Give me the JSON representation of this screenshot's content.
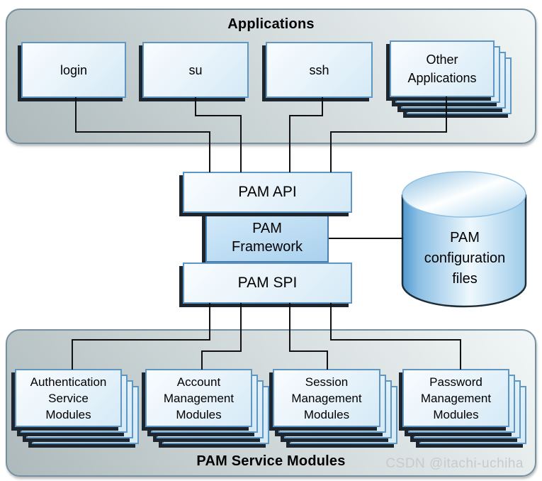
{
  "watermark": "CSDN @itachi-uchiha",
  "colors": {
    "box-border": "#5f97c2",
    "box-shadow": "#1d262e",
    "framework-border": "#4a7fae",
    "group-border": "#76909f",
    "connector": "#111111",
    "watermark-color": "#c5cbcf"
  },
  "applications": {
    "title": "Applications",
    "boxes": [
      {
        "label": "login"
      },
      {
        "label": "su"
      },
      {
        "label": "ssh"
      },
      {
        "label": "Other\nApplications"
      }
    ]
  },
  "core": {
    "api_label": "PAM API",
    "framework_label": "PAM\nFramework",
    "spi_label": "PAM SPI"
  },
  "config_store": {
    "label": "PAM\nconfiguration\nfiles"
  },
  "service_modules": {
    "title": "PAM Service Modules",
    "stacks": [
      {
        "label": "Authentication\nService\nModules"
      },
      {
        "label": "Account\nManagement\nModules"
      },
      {
        "label": "Session\nManagement\nModules"
      },
      {
        "label": "Password\nManagement\nModules"
      }
    ]
  }
}
